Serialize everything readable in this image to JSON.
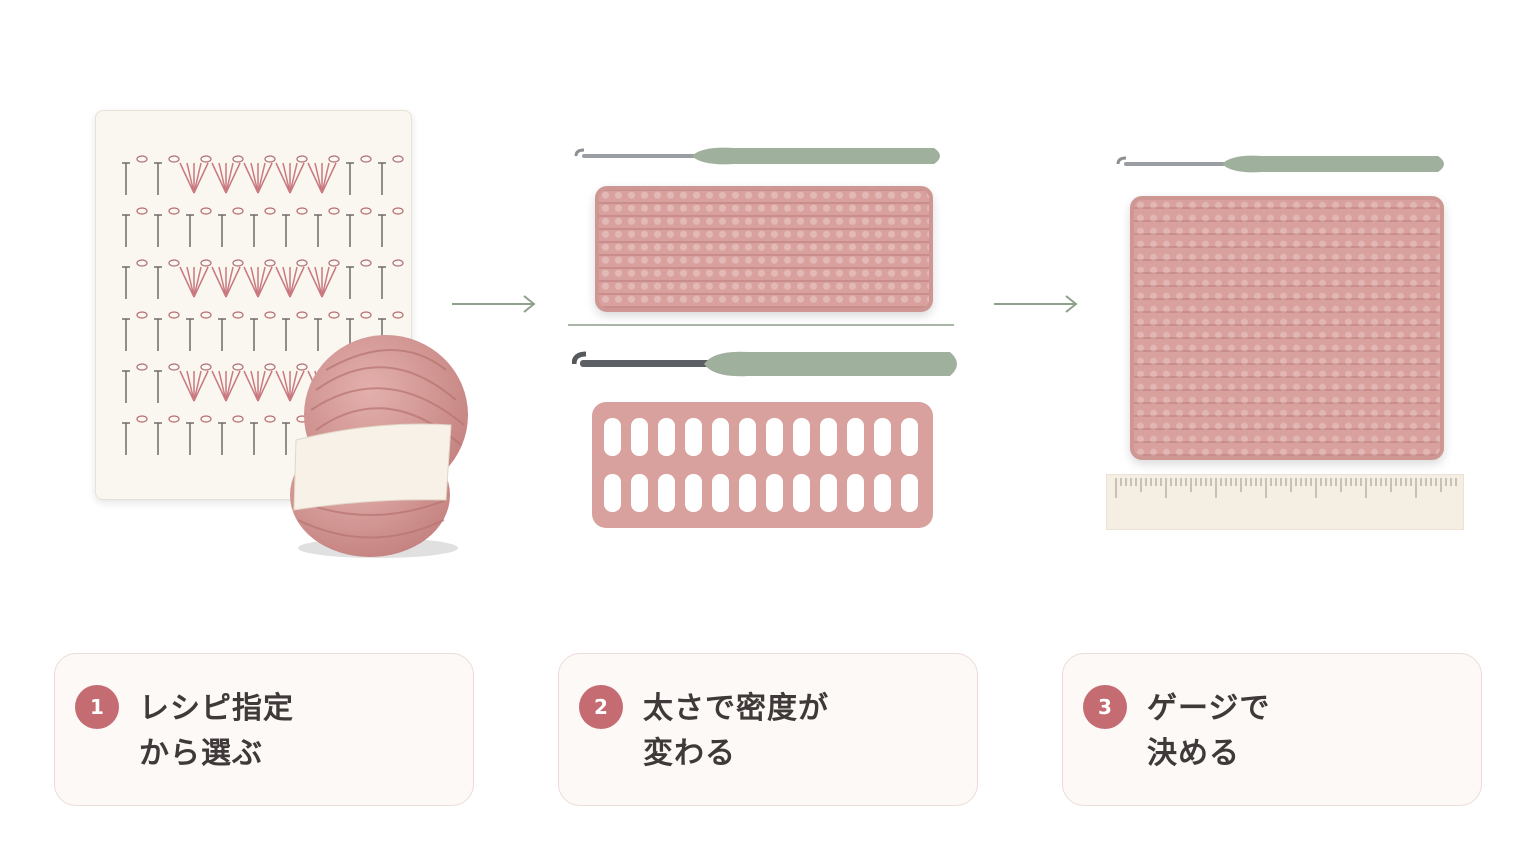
{
  "colors": {
    "accent": "#c56b72",
    "yarn": "#d9a19e",
    "hook_handle": "#9fb09c",
    "card_bg": "#fdf9f6",
    "text": "#3f3a39"
  },
  "icons": [
    "crochet-chart",
    "yarn-ball",
    "arrow-right",
    "crochet-hook",
    "ruler"
  ],
  "steps": [
    {
      "number": "1",
      "line1": "レシピ指定",
      "line2": "から選ぶ"
    },
    {
      "number": "2",
      "line1": "太さで密度が",
      "line2": "変わる"
    },
    {
      "number": "3",
      "line1": "ゲージで",
      "line2": "決める"
    }
  ]
}
